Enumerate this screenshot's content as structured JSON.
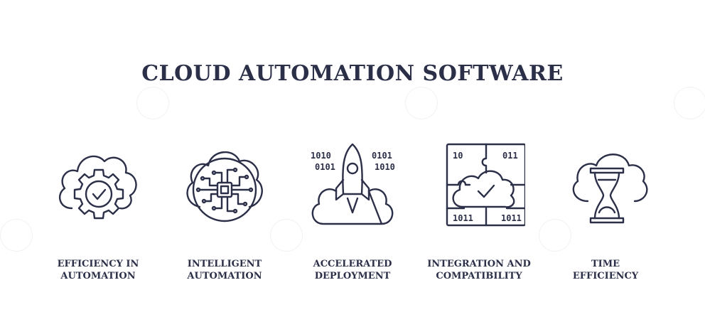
{
  "title": "CLOUD AUTOMATION SOFTWARE",
  "items": [
    {
      "icon": "cloud-gear-check-icon",
      "label_line1": "EFFICIENCY IN",
      "label_line2": "AUTOMATION"
    },
    {
      "icon": "cloud-circuit-chip-icon",
      "label_line1": "INTELLIGENT",
      "label_line2": "AUTOMATION"
    },
    {
      "icon": "rocket-cloud-binary-icon",
      "label_line1": "ACCELERATED",
      "label_line2": "DEPLOYMENT",
      "binary": [
        "1010",
        "0101",
        "0101",
        "1010"
      ]
    },
    {
      "icon": "puzzle-cloud-check-icon",
      "label_line1": "INTEGRATION AND",
      "label_line2": "COMPATIBILITY",
      "binary": [
        "10",
        "011",
        "1011",
        "1011"
      ]
    },
    {
      "icon": "cloud-hourglass-icon",
      "label_line1": "TIME",
      "label_line2": "EFFICIENCY"
    }
  ]
}
